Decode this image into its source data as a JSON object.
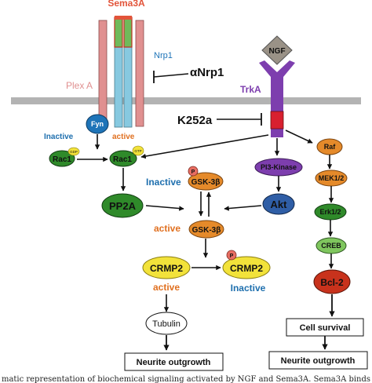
{
  "labels": {
    "sema3a": "Sema3A",
    "nrp1": "Nrp1",
    "plexa": "Plex A",
    "anti_nrp1": "αNrp1",
    "ngf": "NGF",
    "trka": "TrkA",
    "k252a": "K252a",
    "fyn": "Fyn",
    "inactive_rac1": "Inactive",
    "active_rac1": "active",
    "gdp": "GDP",
    "gtp": "GTP",
    "rac1_inactive": "Rac1",
    "rac1_active": "Rac1",
    "pp2a": "PP2A",
    "inactive_gsk": "Inactive",
    "p_gsk": "P",
    "gsk_inactive": "GSK-3β",
    "active_gsk": "active",
    "gsk_active": "GSK-3β",
    "pi3k": "PI3-Kinase",
    "akt": "Akt",
    "raf": "Raf",
    "mek": "MEK1/2",
    "erk": "Erk1/2",
    "creb": "CREB",
    "bcl2": "Bcl-2",
    "crmp2_active": "CRMP2",
    "p_crmp2": "P",
    "crmp2_inactive": "CRMP2",
    "active_crmp2": "active",
    "inactive_crmp2": "Inactive",
    "tubulin": "Tubulin",
    "cell_survival": "Cell survival",
    "neurite_left": "Neurite outgrowth",
    "neurite_right": "Neurite outgrowth",
    "caption": "matic representation of biochemical signaling activated by NGF and Sema3A. Sema3A binds"
  },
  "colors": {
    "membrane": "#b3b3b3",
    "plexa": "#e09090",
    "nrp1": "#87c9e0",
    "sema3a": "#6fba5a",
    "sema_text": "#e2543a",
    "trka": "#7d3eae",
    "trka_kinase": "#d8202f",
    "ngf": "#9a9287",
    "blue_node": "#1e74b8",
    "green_node": "#2f8a2a",
    "light_green_node": "#7fc65e",
    "orange_node": "#e58a2a",
    "yellow_node": "#f2e23a",
    "akt_node": "#2f5ea6",
    "bcl2_node": "#c8321c",
    "phospho": "#e86e62",
    "inactive_text": "#1e6fae",
    "active_text": "#e07020"
  }
}
